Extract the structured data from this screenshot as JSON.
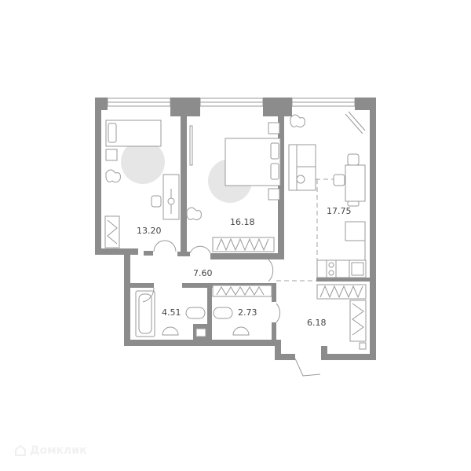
{
  "plan": {
    "rooms": [
      {
        "id": "bedroom-1",
        "area": "13.20"
      },
      {
        "id": "bedroom-2",
        "area": "16.18"
      },
      {
        "id": "kitchen-living",
        "area": "17.75"
      },
      {
        "id": "hallway",
        "area": "7.60"
      },
      {
        "id": "bathroom",
        "area": "4.51"
      },
      {
        "id": "toilet",
        "area": "2.73"
      },
      {
        "id": "entrance-hall",
        "area": "6.18"
      }
    ],
    "colors": {
      "wall": "#8c8c8c",
      "line": "#9a9a9a",
      "rug": "#e6e6e6",
      "text": "#444444"
    }
  },
  "watermark": {
    "brand": "Домклик",
    "icon": "house-logo-icon"
  }
}
